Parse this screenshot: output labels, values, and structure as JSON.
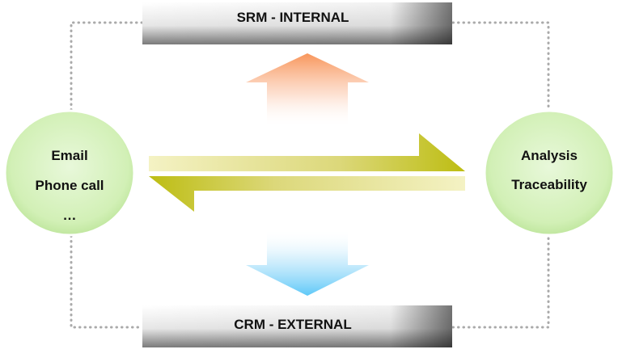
{
  "top_bar": {
    "label": "SRM - INTERNAL"
  },
  "bottom_bar": {
    "label": "CRM - EXTERNAL"
  },
  "left_circle": {
    "lines": [
      "Email",
      "Phone call",
      "…"
    ]
  },
  "right_circle": {
    "lines": [
      "Analysis",
      "Traceability"
    ]
  },
  "colors": {
    "circle_fill": "#d4f3b8",
    "up_arrow": "#f8955a",
    "down_arrow": "#5ec8f8",
    "flow_arrow": "#c2c21a",
    "flow_arrow_light": "#f2f0b8",
    "dotted_connector": "#aaaaaa"
  }
}
